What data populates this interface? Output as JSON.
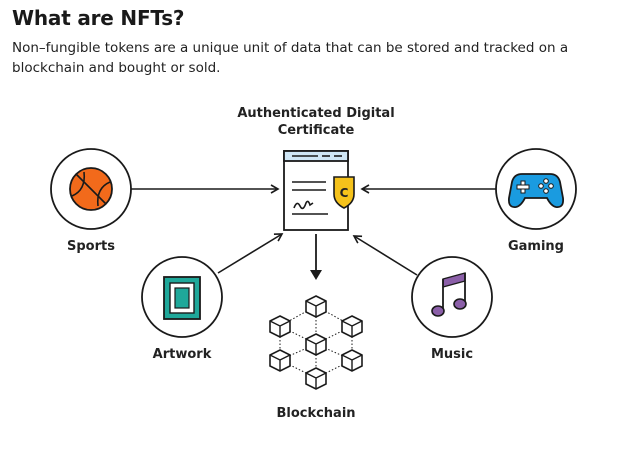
{
  "header": {
    "title": "What are NFTs?",
    "subtitle": "Non–fungible tokens are a unique unit of data that can be stored and tracked on a blockchain and bought or sold."
  },
  "certificate": {
    "label_line1": "Authenticated Digital",
    "label_line2": "Certificate",
    "badge_letter": "C"
  },
  "nodes": {
    "sports": "Sports",
    "gaming": "Gaming",
    "artwork": "Artwork",
    "music": "Music",
    "blockchain": "Blockchain"
  },
  "colors": {
    "sports": "#f26a1b",
    "gaming": "#1a9be0",
    "artwork": "#1fa89a",
    "music": "#8b5fa8",
    "badge": "#f5c21b",
    "certificate_header": "#cfe6f5"
  }
}
